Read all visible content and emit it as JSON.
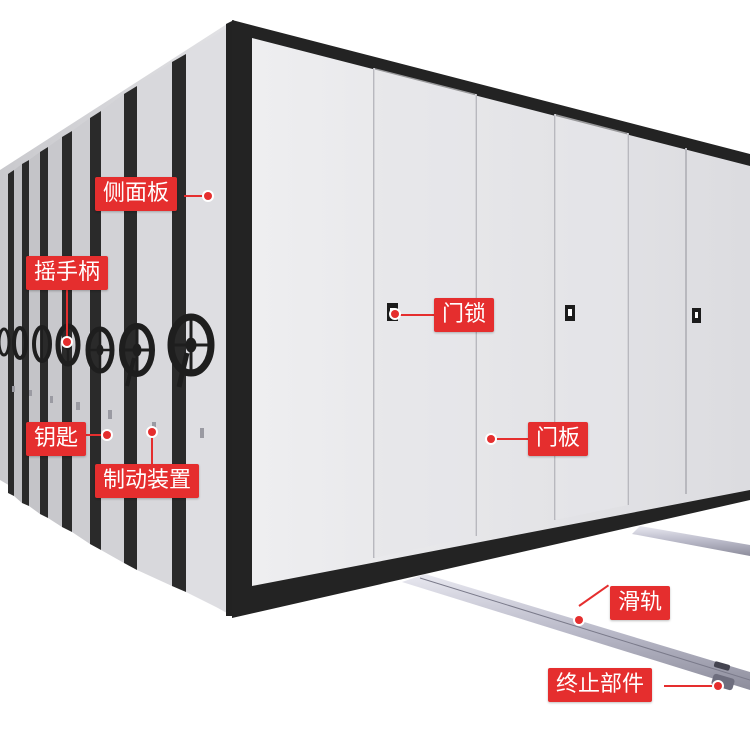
{
  "labels": {
    "side_panel": "侧面板",
    "hand_crank": "摇手柄",
    "door_lock": "门锁",
    "key": "钥匙",
    "door_panel": "门板",
    "brake": "制动装置",
    "rail": "滑轨",
    "end_stop": "终止部件"
  },
  "colors": {
    "accent": "#e52e2e",
    "frame": "#2b2b2b",
    "panel": "#e3e3e6",
    "rail": "#c9c9d4"
  },
  "icons": [
    "crank-wheel-icon",
    "lock-icon",
    "key-icon"
  ]
}
